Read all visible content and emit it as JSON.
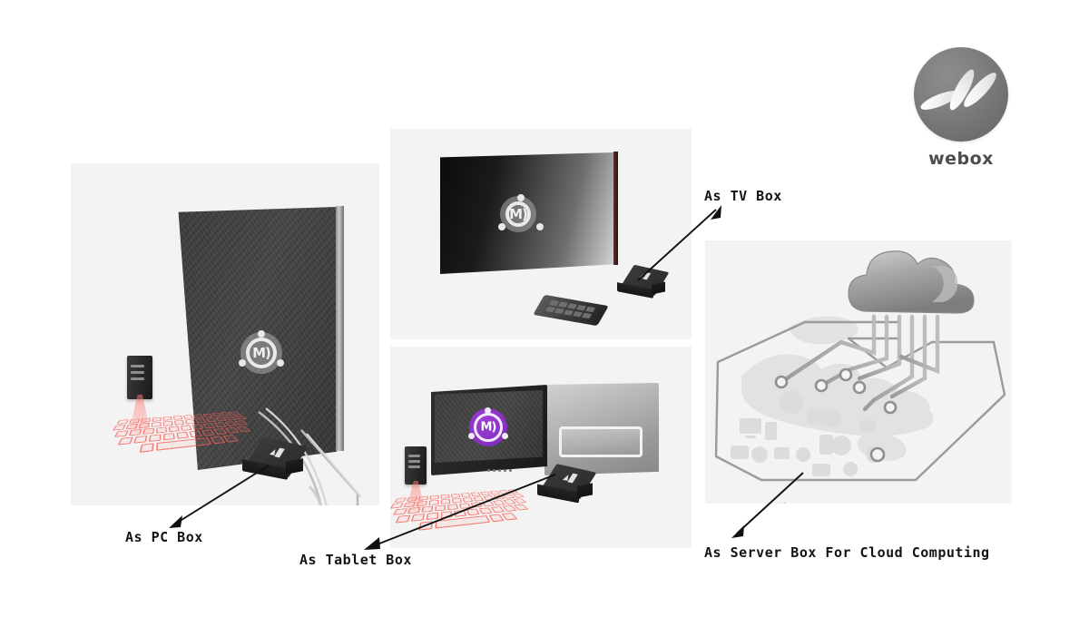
{
  "page": {
    "background": "#ffffff",
    "panel_background": "#f3f3f3"
  },
  "brand": {
    "name": "webox",
    "logo_icon": "webox-leaves-logo",
    "disc_color": "#7a7a7a",
    "wordmark_color": "#4c4c4c"
  },
  "panels": [
    {
      "id": "pc",
      "caption": "As PC Box",
      "scene": "curved-monitor-with-laser-keyboard-and-set-top-box",
      "device_logo_glyph": "M)"
    },
    {
      "id": "tv",
      "caption": "As TV Box",
      "scene": "flat-tv-with-remote-and-set-top-box",
      "device_logo_glyph": "M)"
    },
    {
      "id": "tablet",
      "caption": "As Tablet Box",
      "scene": "tablet-front-and-back-with-laser-keyboard-and-set-top-box",
      "device_logo_glyph": "M)",
      "accent_color": "#8B2FC9"
    },
    {
      "id": "cloud",
      "caption": "As Server Box For Cloud Computing",
      "scene": "cloud-world-map-network-with-stacked-set-top-boxes",
      "cloud_color": "#9a9a9a"
    }
  ],
  "captions": {
    "pc": "As PC Box",
    "tv": "As TV Box",
    "tablet": "As Tablet Box",
    "cloud": "As Server Box For Cloud Computing",
    "color": "#141414"
  },
  "arrows": [
    {
      "name": "arrow-to-pc-caption",
      "from": "pc-set-top-box",
      "to": "As PC Box"
    },
    {
      "name": "arrow-to-tablet-caption",
      "from": "tablet-set-top-box",
      "to": "As Tablet Box"
    },
    {
      "name": "arrow-to-tv-caption",
      "from": "tv-set-top-box",
      "to": "As TV Box"
    },
    {
      "name": "arrow-to-cloud-caption",
      "from": "cloud-set-top-box",
      "to": "As Server Box For Cloud Computing"
    }
  ]
}
